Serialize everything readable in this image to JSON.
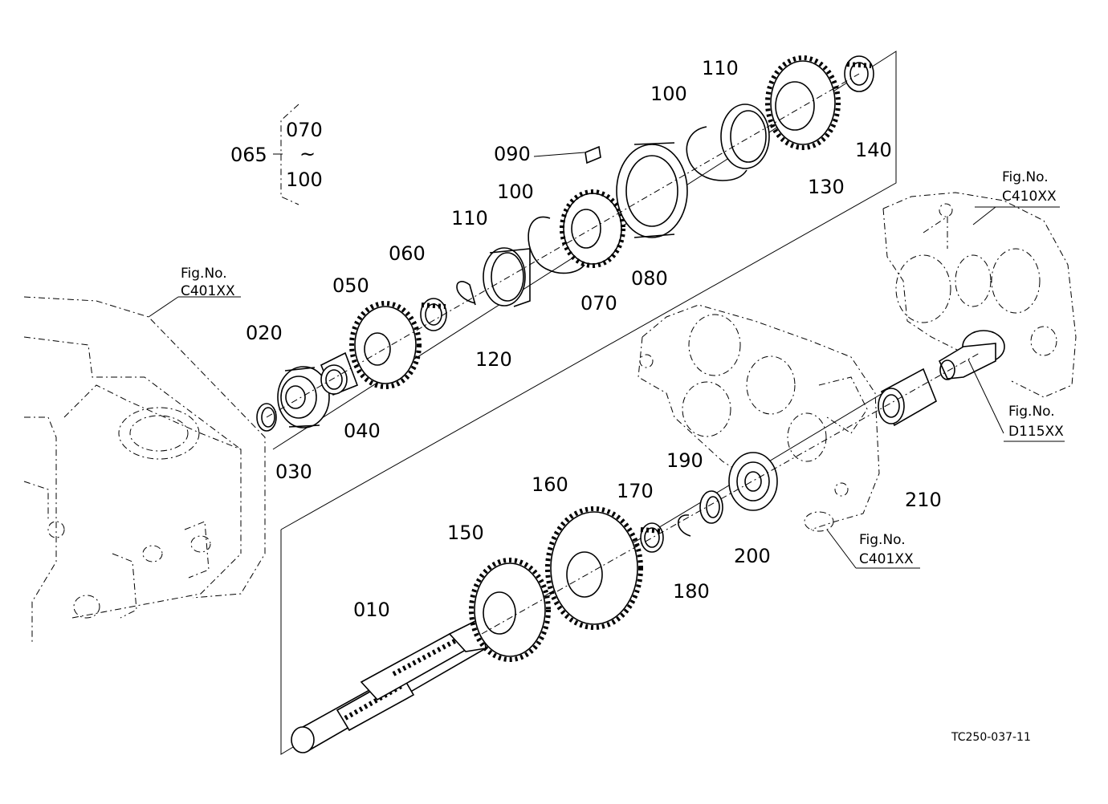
{
  "diagram": {
    "reference_code": "TC250-037-11",
    "part_labels": [
      {
        "id": "010",
        "text": "010"
      },
      {
        "id": "020",
        "text": "020"
      },
      {
        "id": "030",
        "text": "030"
      },
      {
        "id": "040",
        "text": "040"
      },
      {
        "id": "050",
        "text": "050"
      },
      {
        "id": "060",
        "text": "060"
      },
      {
        "id": "065",
        "text": "065"
      },
      {
        "id": "070",
        "text": "070"
      },
      {
        "id": "080",
        "text": "080"
      },
      {
        "id": "090",
        "text": "090"
      },
      {
        "id": "100",
        "text": "100"
      },
      {
        "id": "110",
        "text": "110"
      },
      {
        "id": "120",
        "text": "120"
      },
      {
        "id": "130",
        "text": "130"
      },
      {
        "id": "140",
        "text": "140"
      },
      {
        "id": "150",
        "text": "150"
      },
      {
        "id": "160",
        "text": "160"
      },
      {
        "id": "170",
        "text": "170"
      },
      {
        "id": "180",
        "text": "180"
      },
      {
        "id": "190",
        "text": "190"
      },
      {
        "id": "200",
        "text": "200"
      },
      {
        "id": "210",
        "text": "210"
      }
    ],
    "assembly_group": {
      "label": "065",
      "range_start": "070",
      "range_symbol": "~",
      "range_end": "100"
    },
    "figure_refs": [
      {
        "caption": "Fig.No.",
        "number": "C401XX"
      },
      {
        "caption": "Fig.No.",
        "number": "C410XX"
      },
      {
        "caption": "Fig.No.",
        "number": "D115XX"
      },
      {
        "caption": "Fig.No.",
        "number": "C401XX"
      }
    ]
  }
}
